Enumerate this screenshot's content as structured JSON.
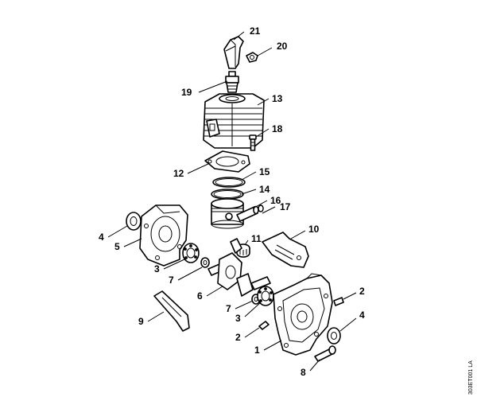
{
  "callouts": {
    "c1": "1",
    "c2a": "2",
    "c2b": "2",
    "c3a": "3",
    "c3b": "3",
    "c4a": "4",
    "c4b": "4",
    "c5": "5",
    "c6": "6",
    "c7a": "7",
    "c7b": "7",
    "c8": "8",
    "c9": "9",
    "c10": "10",
    "c11": "11",
    "c12": "12",
    "c13": "13",
    "c14": "14",
    "c15": "15",
    "c16": "16",
    "c17": "17",
    "c18": "18",
    "c19": "19",
    "c20": "20",
    "c21": "21"
  },
  "drawing_ref": "303ET001 LA"
}
